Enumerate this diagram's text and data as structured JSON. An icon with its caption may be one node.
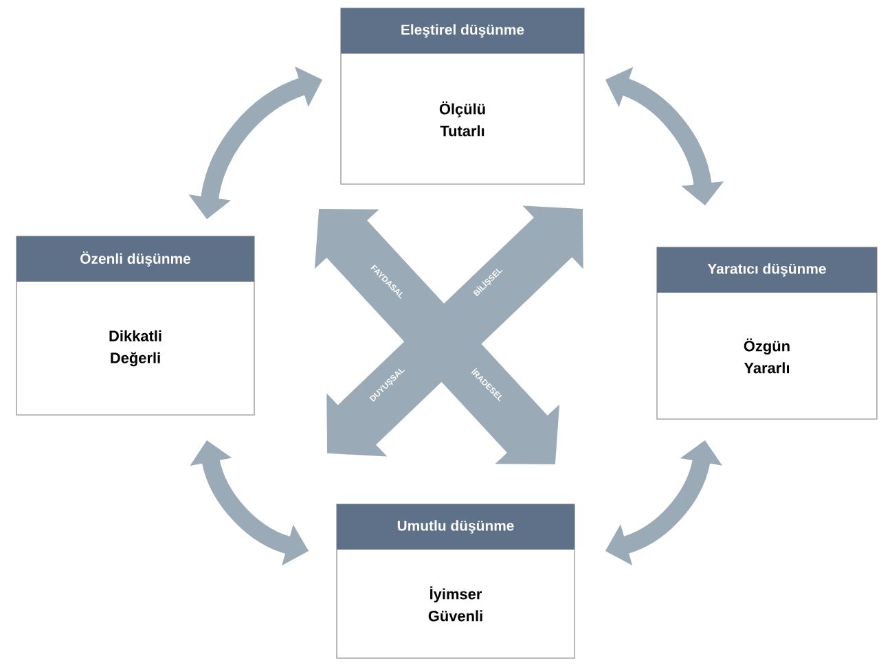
{
  "diagram": {
    "nodes": [
      {
        "text": [
          "Eleştirel düşünme",
          "Ölçülü Tutarlı"
        ]
      },
      {
        "text": [
          "Özenli düşünme",
          "Dikkatli Değerli"
        ]
      },
      {
        "text": [
          "Yaratıcı düşünme",
          "Özgün Yararlı"
        ]
      },
      {
        "text": [
          "Umutlu düşünme",
          "İyimser Güvenli"
        ]
      }
    ],
    "edges": [
      {
        "from": 0,
        "to": 2,
        "arrow": "both"
      },
      {
        "from": 2,
        "to": 3,
        "arrow": "both"
      },
      {
        "from": 3,
        "to": 1,
        "arrow": "both"
      },
      {
        "from": 1,
        "to": 0,
        "arrow": "both"
      }
    ],
    "labels": [
      "FAYDASAL",
      "BİLİŞSEL",
      "DUYUŞSAL",
      "İRADESEL"
    ]
  }
}
